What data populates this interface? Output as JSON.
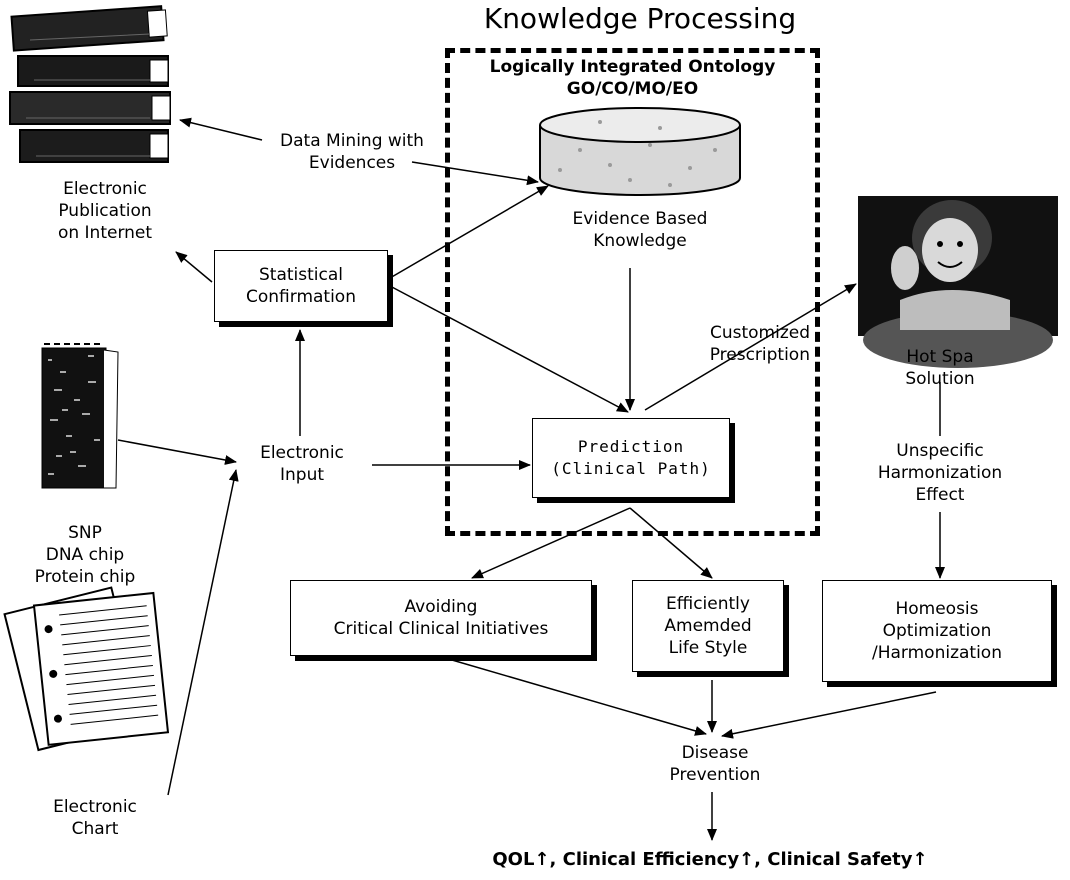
{
  "title": "Knowledge Processing",
  "ontology": {
    "title": "Logically Integrated Ontology",
    "subtitle": "GO/CO/MO/EO"
  },
  "nodes": {
    "publication": "Electronic\nPublication\non Internet",
    "data_mining": "Data Mining with\nEvidences",
    "evidence_knowledge": "Evidence Based\nKnowledge",
    "statistical": "Statistical\nConfirmation",
    "customized": "Customized\nPrescription",
    "hot_spa": "Hot Spa\nSolution",
    "chip_labels": "SNP\nDNA chip\nProtein chip",
    "electronic_input": "Electronic\nInput",
    "prediction": "Prediction\n(Clinical Path)",
    "unspecific": "Unspecific\nHarmonization\nEffect",
    "avoiding": "Avoiding\nCritical Clinical Initiatives",
    "efficiently": "Efficiently\nAmemded\nLife Style",
    "homeosis": "Homeosis\nOptimization\n/Harmonization",
    "electronic_chart": "Electronic\nChart",
    "disease_prevention": "Disease\nPrevention",
    "outcome": "QOL↑, Clinical Efficiency↑, Clinical Safety↑"
  },
  "colors": {
    "ink": "#000000",
    "paper": "#ffffff",
    "photo_bg": "#111111"
  },
  "icons": [
    "books-icon",
    "database-cylinder-icon",
    "person-photo-icon",
    "dna-chip-icon",
    "chart-papers-icon"
  ]
}
